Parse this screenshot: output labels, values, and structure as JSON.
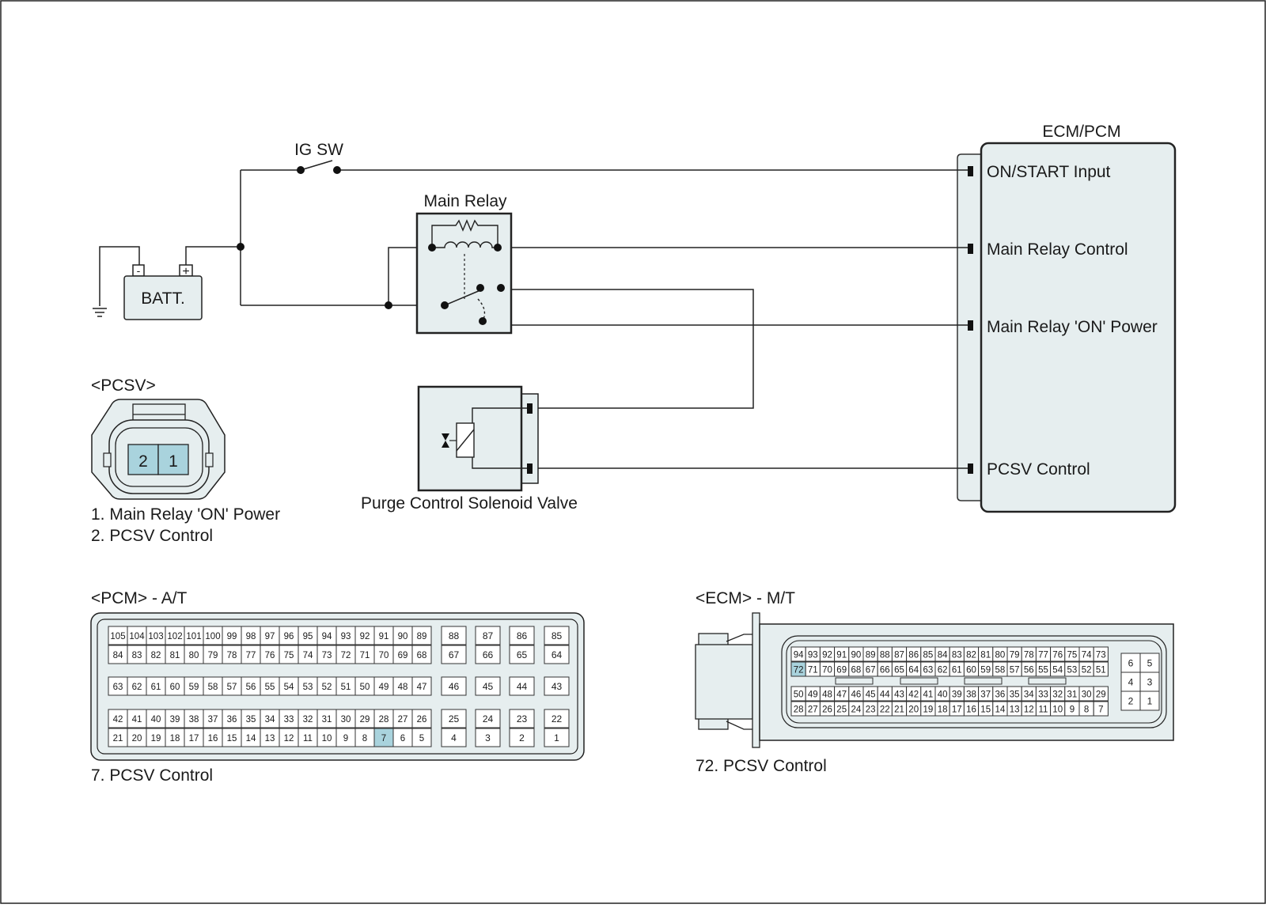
{
  "diagram": {
    "ig_sw_label": "IG SW",
    "main_relay_label": "Main Relay",
    "battery_label": "BATT.",
    "battery_minus": "-",
    "battery_plus": "+",
    "ecm_title": "ECM/PCM",
    "ecm_terminals": [
      "ON/START Input",
      "Main Relay Control",
      "Main Relay 'ON' Power",
      "PCSV Control"
    ],
    "pcsv_component_label": "Purge Control Solenoid Valve"
  },
  "pcsv_connector": {
    "title": "<PCSV>",
    "pins": [
      "2",
      "1"
    ],
    "legend": [
      "1. Main Relay 'ON' Power",
      "2. PCSV Control"
    ]
  },
  "pcm_connector": {
    "title": "<PCM> - A/T",
    "legend": "7. PCSV Control",
    "highlighted_pin": "7",
    "rows": [
      [
        "105",
        "104",
        "103",
        "102",
        "101",
        "100",
        "99",
        "98",
        "97",
        "96",
        "95",
        "94",
        "93",
        "92",
        "91",
        "90",
        "89"
      ],
      [
        "84",
        "83",
        "82",
        "81",
        "80",
        "79",
        "78",
        "77",
        "76",
        "75",
        "74",
        "73",
        "72",
        "71",
        "70",
        "69",
        "68"
      ],
      [
        "63",
        "62",
        "61",
        "60",
        "59",
        "58",
        "57",
        "56",
        "55",
        "54",
        "53",
        "52",
        "51",
        "50",
        "49",
        "48",
        "47"
      ],
      [
        "42",
        "41",
        "40",
        "39",
        "38",
        "37",
        "36",
        "35",
        "34",
        "33",
        "32",
        "31",
        "30",
        "29",
        "28",
        "27",
        "26"
      ],
      [
        "21",
        "20",
        "19",
        "18",
        "17",
        "16",
        "15",
        "14",
        "13",
        "12",
        "11",
        "10",
        "9",
        "8",
        "7",
        "6",
        "5"
      ]
    ],
    "side_cols": [
      [
        "88",
        "67",
        "46",
        "25",
        "4"
      ],
      [
        "87",
        "66",
        "45",
        "24",
        "3"
      ],
      [
        "86",
        "65",
        "44",
        "23",
        "2"
      ],
      [
        "85",
        "64",
        "43",
        "22",
        "1"
      ]
    ]
  },
  "ecm_connector": {
    "title": "<ECM> - M/T",
    "legend": "72. PCSV Control",
    "highlighted_pin": "72",
    "rows": [
      [
        "94",
        "93",
        "92",
        "91",
        "90",
        "89",
        "88",
        "87",
        "86",
        "85",
        "84",
        "83",
        "82",
        "81",
        "80",
        "79",
        "78",
        "77",
        "76",
        "75",
        "74",
        "73"
      ],
      [
        "72",
        "71",
        "70",
        "69",
        "68",
        "67",
        "66",
        "65",
        "64",
        "63",
        "62",
        "61",
        "60",
        "59",
        "58",
        "57",
        "56",
        "55",
        "54",
        "53",
        "52",
        "51"
      ],
      [
        "50",
        "49",
        "48",
        "47",
        "46",
        "45",
        "44",
        "43",
        "42",
        "41",
        "40",
        "39",
        "38",
        "37",
        "36",
        "35",
        "34",
        "33",
        "32",
        "31",
        "30",
        "29"
      ],
      [
        "28",
        "27",
        "26",
        "25",
        "24",
        "23",
        "22",
        "21",
        "20",
        "19",
        "18",
        "17",
        "16",
        "15",
        "14",
        "13",
        "12",
        "11",
        "10",
        "9",
        "8",
        "7"
      ]
    ],
    "side_grid": [
      [
        "6",
        "5"
      ],
      [
        "4",
        "3"
      ],
      [
        "2",
        "1"
      ]
    ]
  },
  "colors": {
    "wire": "#222222",
    "component_fill": "#e6eeef",
    "highlight": "#a9d3dd"
  }
}
